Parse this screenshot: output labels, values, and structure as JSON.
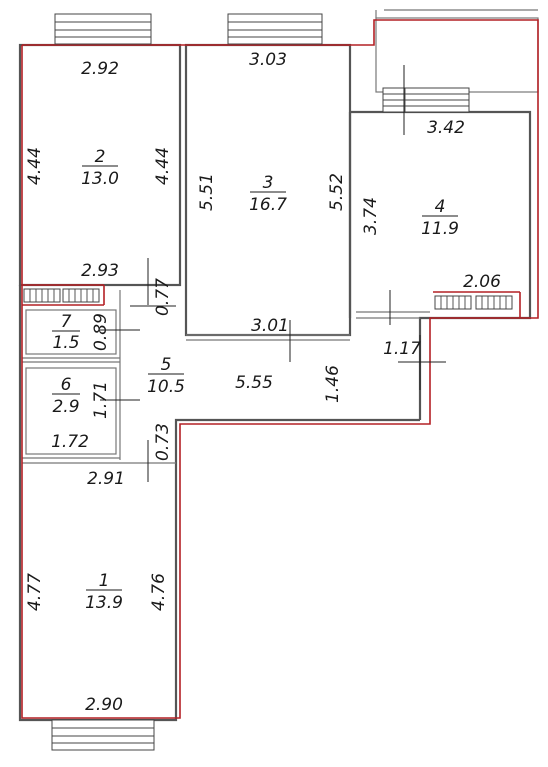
{
  "rooms": [
    {
      "id": "1",
      "number": "1",
      "area": "13.9",
      "left_dim": "4.77",
      "right_dim": "4.76",
      "top_dim": "2.91",
      "bottom_dim": "2.90"
    },
    {
      "id": "2",
      "number": "2",
      "area": "13.0",
      "left_dim": "4.44",
      "right_dim": "4.44",
      "top_dim": "2.92",
      "bottom_dim": "2.93"
    },
    {
      "id": "3",
      "number": "3",
      "area": "16.7",
      "left_dim": "5.51",
      "right_dim": "5.52",
      "top_dim": "3.03",
      "bottom_dim": "3.01"
    },
    {
      "id": "4",
      "number": "4",
      "area": "11.9",
      "left_dim": "3.74",
      "top_dim": "3.42",
      "bottom_dim": "2.06"
    },
    {
      "id": "5",
      "number": "5",
      "area": "10.5",
      "length_dim": "5.55",
      "height_dim": "1.46",
      "side_dim": "1.17",
      "upper_dim": "0.77",
      "lower_dim": "0.73"
    },
    {
      "id": "6",
      "number": "6",
      "area": "2.9",
      "height_dim": "1.71",
      "bottom_dim": "1.72"
    },
    {
      "id": "7",
      "number": "7",
      "area": "1.5",
      "height_dim": "0.89"
    }
  ]
}
